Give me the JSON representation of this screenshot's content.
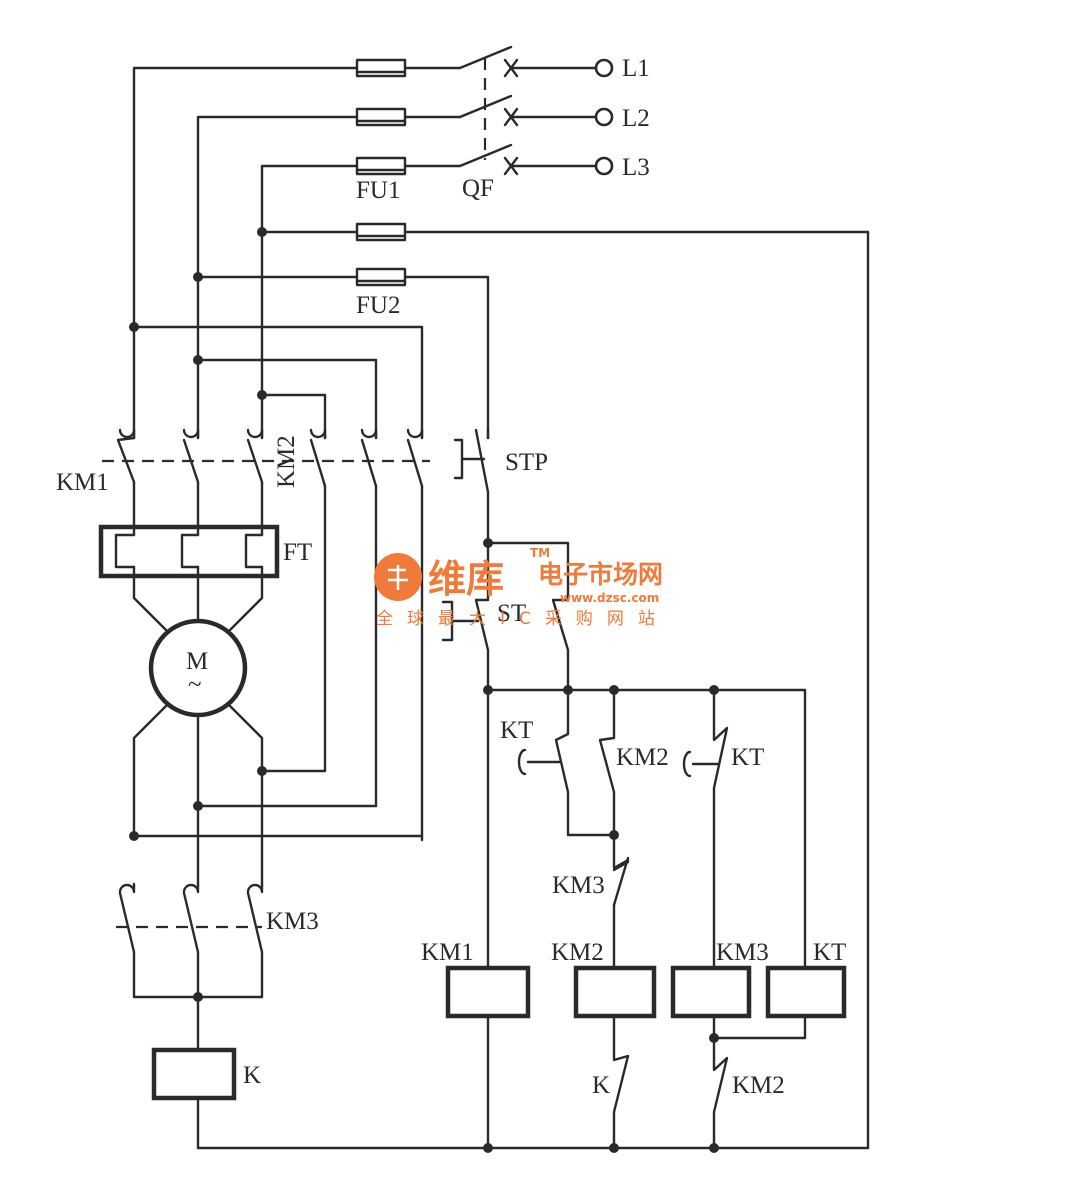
{
  "labels": {
    "l1": "L1",
    "l2": "L2",
    "l3": "L3",
    "fu1": "FU1",
    "qf": "QF",
    "fu2": "FU2",
    "km1_main": "KM1",
    "km2_main": "KM2",
    "ft": "FT",
    "motor": "M",
    "motor_ac": "~",
    "km3_main": "KM3",
    "k_relay": "K",
    "stp": "STP",
    "st": "ST",
    "kt_timer_contact": "KT",
    "km2_aux": "KM2",
    "kt_contact2": "KT",
    "km3_interlock": "KM3",
    "coil_km1": "KM1",
    "coil_km2": "KM2",
    "coil_km3": "KM3",
    "coil_kt": "KT",
    "k_contact": "K",
    "km2_contact": "KM2"
  },
  "watermark": {
    "brand": "维库",
    "tm": "TM",
    "name": "电子市场网",
    "url": "www.dzsc.com",
    "slogan": "全球最大IC采购网站"
  },
  "colors": {
    "line": "#2a2a2a",
    "watermark": "#f07a3a",
    "background": "#ffffff"
  }
}
